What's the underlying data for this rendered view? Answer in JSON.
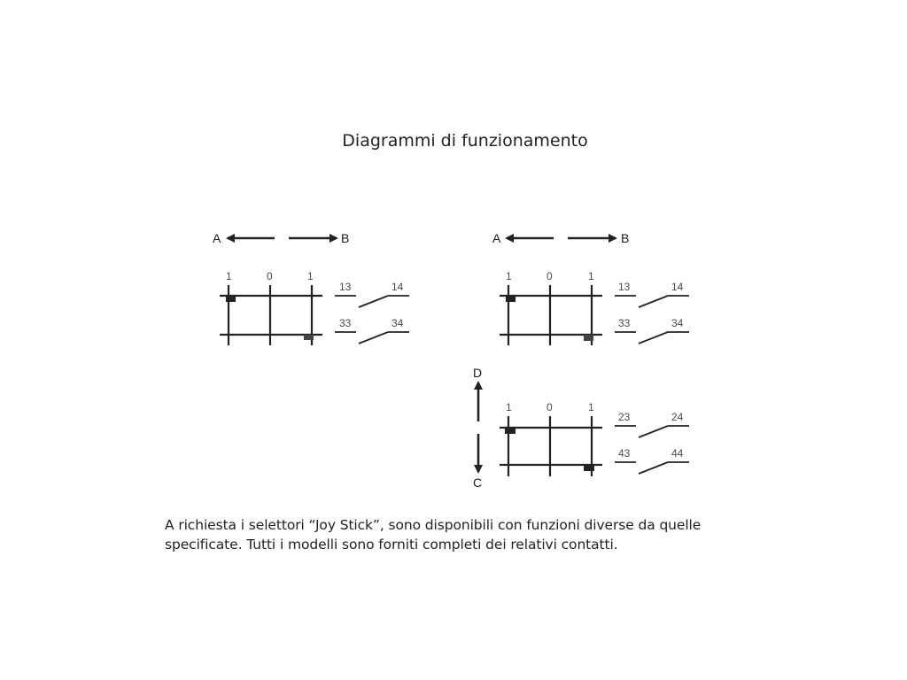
{
  "title": "Diagrammi di funzionamento",
  "caption": {
    "line1": "A richiesta i selettori “Joy Stick”, sono disponibili con funzioni diverse da quelle",
    "line2": "specificate. Tutti i modelli sono forniti completi dei relativi contatti."
  },
  "left_diagram": {
    "arrow_left_label": "A",
    "arrow_right_label": "B",
    "positions": [
      "1",
      "0",
      "1"
    ],
    "contacts": [
      {
        "a": "13",
        "b": "14"
      },
      {
        "a": "33",
        "b": "34"
      }
    ]
  },
  "right_top_diagram": {
    "arrow_left_label": "A",
    "arrow_right_label": "B",
    "positions": [
      "1",
      "0",
      "1"
    ],
    "contacts": [
      {
        "a": "13",
        "b": "14"
      },
      {
        "a": "33",
        "b": "34"
      }
    ]
  },
  "right_bottom_diagram": {
    "arrow_up_label": "D",
    "arrow_down_label": "C",
    "positions": [
      "1",
      "0",
      "1"
    ],
    "contacts": [
      {
        "a": "23",
        "b": "24"
      },
      {
        "a": "43",
        "b": "44"
      }
    ]
  }
}
